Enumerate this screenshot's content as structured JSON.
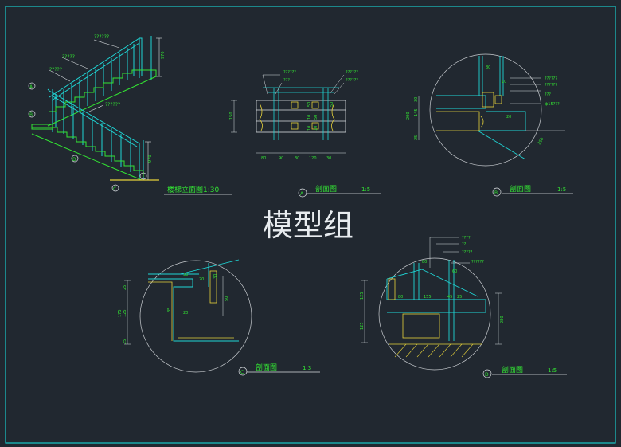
{
  "watermark": "模型组",
  "views": {
    "elevation": {
      "title": "楼梯立面图1:30",
      "marker_a": "A",
      "marker_b": "B",
      "marker_c": "C",
      "marker_d": "D",
      "notes": [
        "??????",
        "?????",
        "?????",
        "??????"
      ],
      "dims": [
        "970",
        "970"
      ]
    },
    "section_a": {
      "tag": "A",
      "title": "剖面图",
      "scale": "1:5",
      "notes_left": [
        "??????",
        "???"
      ],
      "notes_right": [
        "??????",
        "??????"
      ],
      "dims_bottom": [
        "80",
        "90",
        "30",
        "120",
        "30"
      ],
      "dims_left": [
        "150"
      ],
      "dims_inner": [
        "50",
        "50",
        "10",
        "50",
        "10",
        "10"
      ]
    },
    "section_b": {
      "tag": "B",
      "title": "剖面图",
      "scale": "1:5",
      "notes": [
        "??????",
        "??????",
        "???",
        "ф15???"
      ],
      "dims_left": [
        "30",
        "145",
        "200",
        "25"
      ],
      "dims_top": [
        "80",
        "10"
      ],
      "dims_misc": [
        "20",
        "250"
      ]
    },
    "section_c": {
      "tag": "C",
      "title": "剖面图",
      "scale": "1:3",
      "dims_left": [
        "25",
        "175",
        "125",
        "25"
      ],
      "dims_top": [
        "30",
        "20",
        "30"
      ],
      "dims_inner": [
        "35",
        "20",
        "50"
      ]
    },
    "section_d": {
      "tag": "D",
      "title": "剖面图",
      "scale": "1:5",
      "notes": [
        "????",
        "??",
        "?????",
        "??????"
      ],
      "dims_top": [
        "80",
        "60"
      ],
      "dims_mid": [
        "80",
        "155",
        "45",
        "25"
      ],
      "dims_left": [
        "125",
        "125"
      ],
      "dims_right": [
        "280"
      ]
    }
  },
  "colors": {
    "background": "#212830",
    "frame": "#19c8c8",
    "line_white": "#d8dde0",
    "line_cyan": "#1fd6d6",
    "line_green": "#33e633",
    "line_yellow": "#e6d23a",
    "circle": "#c8ccd0"
  }
}
